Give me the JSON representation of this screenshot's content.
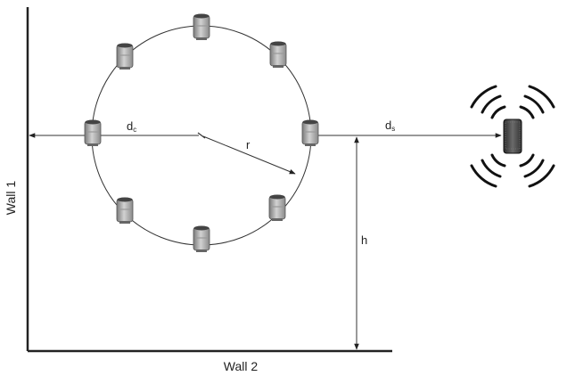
{
  "labels": {
    "wall1": "Wall 1",
    "wall2": "Wall 2",
    "dc_main": "d",
    "dc_sub": "c",
    "ds_main": "d",
    "ds_sub": "s",
    "r": "r",
    "h": "h"
  },
  "array": {
    "element_count": 8,
    "element_icon": "cylindrical-microphone-icon"
  },
  "source": {
    "icon": "speaker-with-sound-waves-icon"
  },
  "colors": {
    "line": "#222222",
    "element_body": "#aaaaaa",
    "source_body": "#444444"
  }
}
